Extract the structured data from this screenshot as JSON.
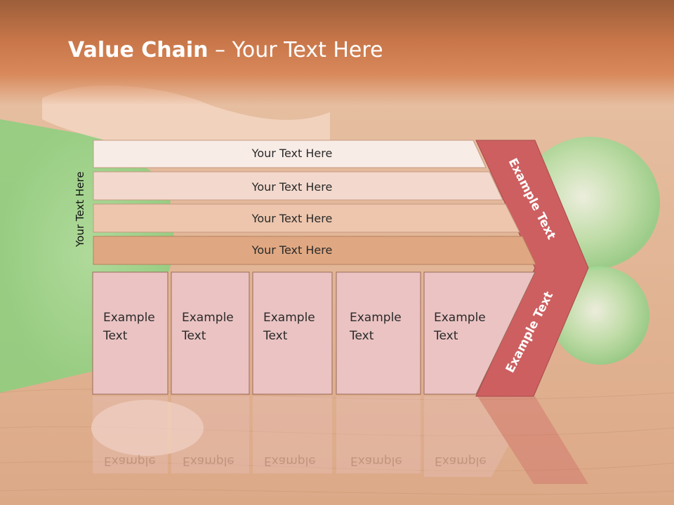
{
  "title": {
    "bold": "Value Chain",
    "rest": " – Your Text Here"
  },
  "side_label": "Your Text Here",
  "bars": [
    {
      "label": "Your Text Here",
      "fill": "#f8ece6"
    },
    {
      "label": "Your Text Here",
      "fill": "#f3d9cd"
    },
    {
      "label": "Your Text Here",
      "fill": "#edc6ad"
    },
    {
      "label": "Your Text Here",
      "fill": "#e0a882"
    }
  ],
  "boxes": [
    {
      "line1": "Example",
      "line2": "Text"
    },
    {
      "line1": "Example",
      "line2": "Text"
    },
    {
      "line1": "Example",
      "line2": "Text"
    },
    {
      "line1": "Example",
      "line2": "Text"
    },
    {
      "line1": "Example",
      "line2": "Text"
    }
  ],
  "chevron": {
    "upper_label": "Example Text",
    "lower_label": "Example Text",
    "fill": "#cd5f60"
  },
  "colors": {
    "box_fill": "#ebc3c3",
    "box_stroke": "#9a6a5a",
    "title_band": "#c9774a"
  }
}
